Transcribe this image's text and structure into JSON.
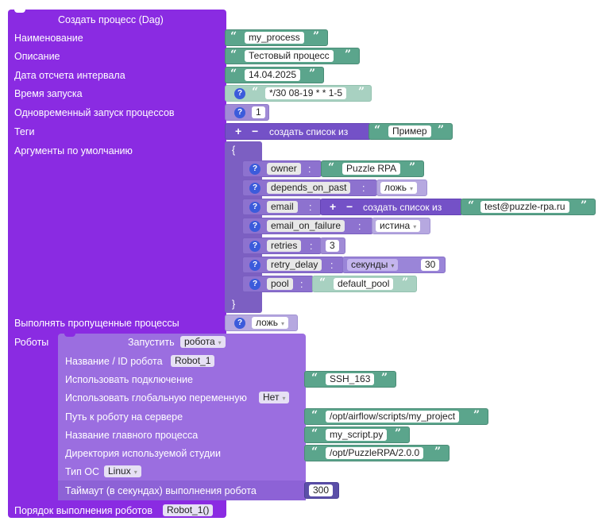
{
  "dag": {
    "title": "Создать процесс (Dag)",
    "fields": {
      "name_label": "Наименование",
      "name_value": "my_process",
      "description_label": "Описание",
      "description_value": "Тестовый процесс",
      "date_label": "Дата отсчета интервала",
      "date_value": "14.04.2025",
      "schedule_label": "Время запуска",
      "schedule_value": "*/30 08-19 * * 1-5",
      "concurrent_label": "Одновременный запуск процессов",
      "concurrent_value": "1",
      "tags_label": "Теги",
      "tags_list_label": "создать список из",
      "tags_value": "Пример",
      "args_label": "Аргументы по умолчанию",
      "catchup_label": "Выполнять пропущенные процессы",
      "catchup_value": "ложь",
      "robots_label": "Роботы",
      "order_label": "Порядок выполнения роботов",
      "order_value": "Robot_1()"
    },
    "dict": {
      "open_brace": "{",
      "close_brace": "}",
      "colon": ":",
      "owner_key": "owner",
      "owner_value": "Puzzle RPA",
      "depends_key": "depends_on_past",
      "depends_value": "ложь",
      "email_key": "email",
      "email_list_label": "создать список из",
      "email_value": "test@puzzle-rpa.ru",
      "failure_key": "email_on_failure",
      "failure_value": "истина",
      "retries_key": "retries",
      "retries_value": "3",
      "delay_key": "retry_delay",
      "delay_unit": "секунды",
      "delay_value": "30",
      "pool_key": "pool",
      "pool_value": "default_pool"
    },
    "robot": {
      "run_label": "Запустить",
      "run_select": "робота",
      "id_label": "Название / ID робота",
      "id_value": "Robot_1",
      "conn_label": "Использовать подключение",
      "conn_value": "SSH_163",
      "global_label": "Использовать глобальную переменную",
      "global_value": "Нет",
      "path_label": "Путь к роботу на сервере",
      "path_value": "/opt/airflow/scripts/my_project",
      "main_label": "Название главного процесса",
      "main_value": "my_script.py",
      "studio_label": "Директория используемой студии",
      "studio_value": "/opt/PuzzleRPA/2.0.0",
      "os_label": "Тип ОС",
      "os_value": "Linux",
      "timeout_label": "Таймаут (в секундах) выполнения робота",
      "timeout_value": "300"
    },
    "symbols": {
      "q": "?",
      "plus": "+",
      "minus": "−",
      "open_q": "“",
      "close_q": "”",
      "arrow": "▾"
    }
  },
  "colors": {
    "main_purple": "#8a2be2",
    "text_green": "#5ba58c",
    "list_purple": "#7451c7",
    "robot_purple": "#9b6ee0",
    "help_blue": "#3b5bdb"
  }
}
